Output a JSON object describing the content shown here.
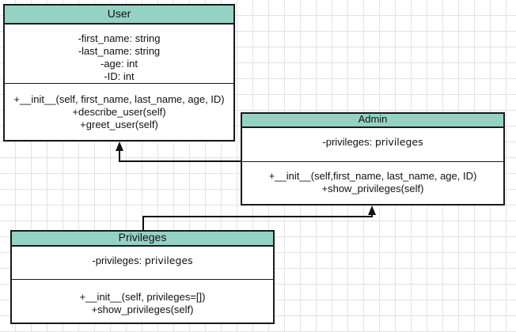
{
  "classes": {
    "user": {
      "name": "User",
      "attributes": [
        "-first_name: string",
        "-last_name: string",
        "-age: int",
        "-ID: int"
      ],
      "operations": [
        "+__init__(self, first_name, last_name, age, ID)",
        "+describe_user(self)",
        "+greet_user(self)"
      ]
    },
    "admin": {
      "name": "Admin",
      "attribute_label": "-privileges:",
      "attribute_type": "privileges",
      "operations": [
        "+__init__(self,first_name, last_name, age, ID)",
        "+show_privileges(self)"
      ]
    },
    "privileges": {
      "name": "Privileges",
      "attribute_label": "-privileges:",
      "attribute_type": "privileges",
      "operations": [
        "+__init__(self, privileges=[])",
        "+show_privileges(self)"
      ]
    }
  },
  "relations": [
    {
      "from": "Admin",
      "to": "User",
      "type": "inheritance"
    },
    {
      "from": "Privileges",
      "to": "Admin",
      "type": "inheritance"
    }
  ],
  "colors": {
    "header": "#94d3c4",
    "border": "#1a1a1a",
    "grid": "#e3e3e3"
  }
}
